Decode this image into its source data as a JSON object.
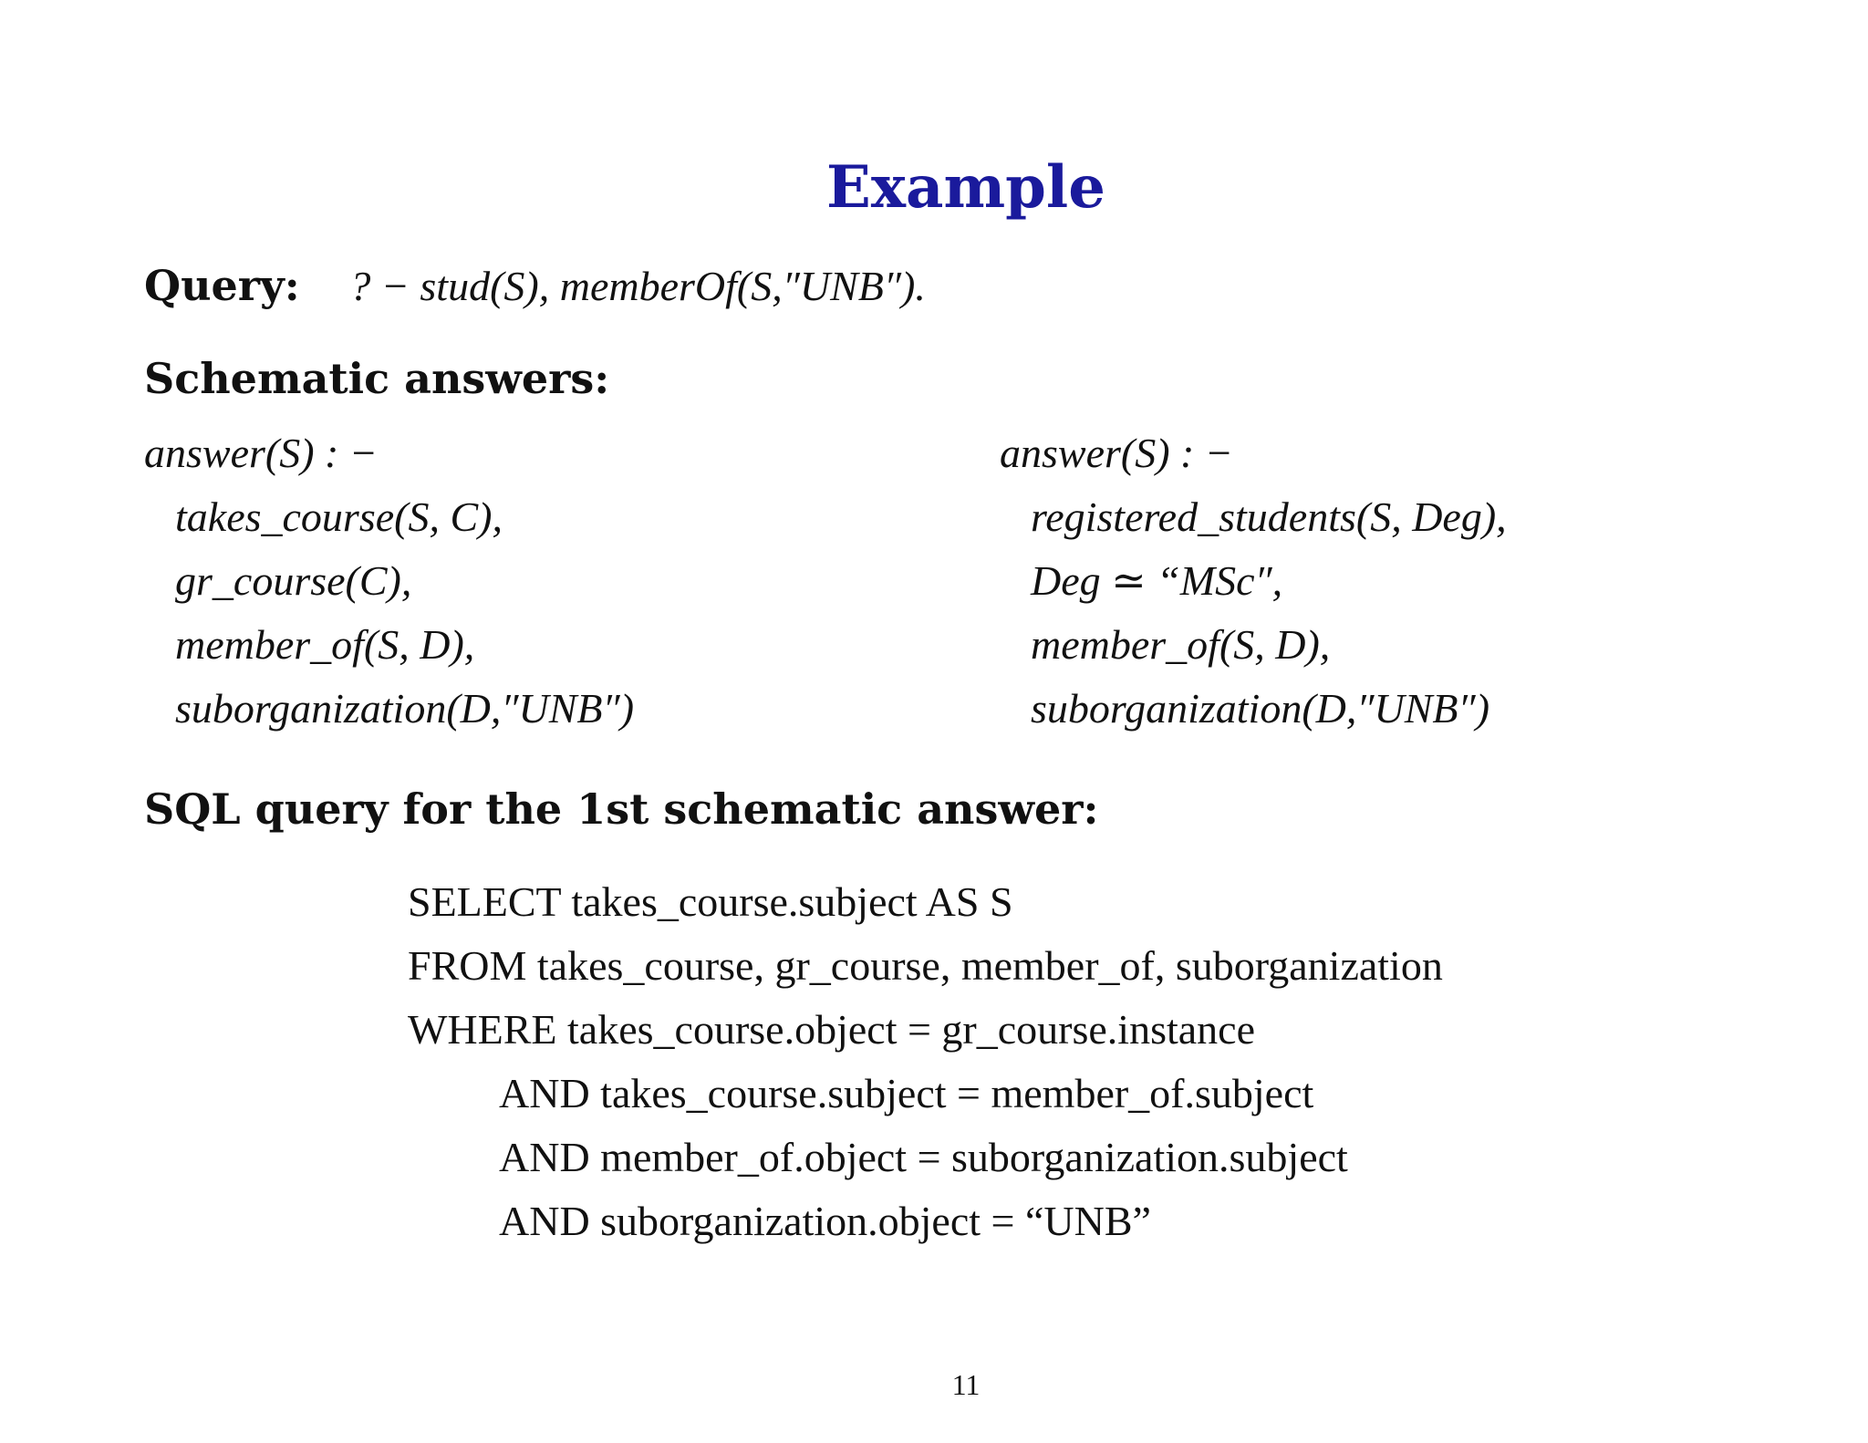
{
  "slide": {
    "title": "Example",
    "query_label": "Query:",
    "query_text": "? −  stud(S),  memberOf(S,″UNB″).",
    "schematic_label": "Schematic answers:",
    "answer_left": [
      "answer(S) : −",
      "takes_course(S, C),",
      "gr_course(C),",
      "member_of(S, D),",
      "suborganization(D,″UNB″)"
    ],
    "answer_right": [
      "answer(S) : −",
      "registered_students(S, Deg),",
      "Deg ≃ “MSc″,",
      "member_of(S, D),",
      "suborganization(D,″UNB″)"
    ],
    "sql_label": "SQL query for the 1st schematic answer:",
    "sql_lines": [
      "SELECT takes_course.subject AS S",
      "FROM takes_course, gr_course, member_of, suborganization",
      "WHERE takes_course.object = gr_course.instance",
      "AND takes_course.subject = member_of.subject",
      "AND member_of.object = suborganization.subject",
      "AND suborganization.object = “UNB”"
    ],
    "page_number": "11"
  }
}
